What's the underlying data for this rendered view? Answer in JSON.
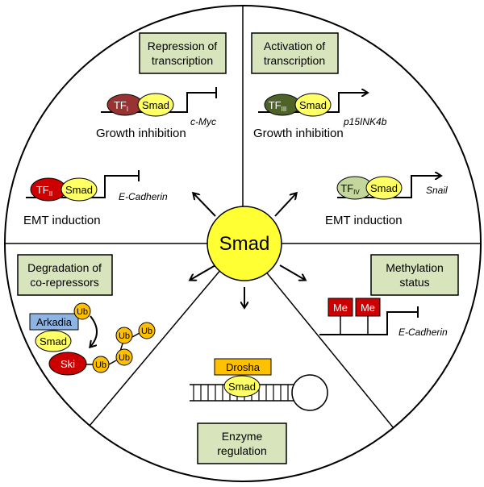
{
  "center": {
    "label": "Smad"
  },
  "sections": {
    "repression": {
      "title_line1": "Repression of",
      "title_line2": "transcription",
      "tf_main": "TF",
      "tf_sub": "I",
      "smad": "Smad",
      "gene": "c-Myc",
      "caption": "Growth inhibition"
    },
    "activation": {
      "title_line1": "Activation of",
      "title_line2": "transcription",
      "tf_main": "TF",
      "tf_sub": "III",
      "smad": "Smad",
      "gene": "p15INK4b",
      "caption": "Growth inhibition"
    },
    "emt_left": {
      "tf_main": "TF",
      "tf_sub": "II",
      "smad": "Smad",
      "gene": "E-Cadherin",
      "caption": "EMT induction"
    },
    "emt_right": {
      "tf_main": "TF",
      "tf_sub": "IV",
      "smad": "Smad",
      "gene": "Snail",
      "caption": "EMT induction"
    },
    "degradation": {
      "title_line1": "Degradation of",
      "title_line2": "co-repressors",
      "arkadia": "Arkadia",
      "smad": "Smad",
      "ski": "Ski",
      "ub": "Ub"
    },
    "enzyme": {
      "title_line1": "Enzyme",
      "title_line2": "regulation",
      "drosha": "Drosha",
      "smad": "Smad"
    },
    "methylation": {
      "title_line1": "Methylation",
      "title_line2": "status",
      "me": "Me",
      "gene": "E-Cadherin"
    }
  },
  "colors": {
    "label_box": "#d8e4bc",
    "smad": "#ffff66",
    "center": "#ffff33",
    "tf1": "#993333",
    "tf2": "#cc0000",
    "tf3": "#4f6228",
    "tf4": "#c3d69b",
    "arkadia": "#8eb4e3",
    "ski": "#cc0000",
    "ub": "#ffc000",
    "drosha": "#ffc000",
    "me": "#cc0000"
  }
}
